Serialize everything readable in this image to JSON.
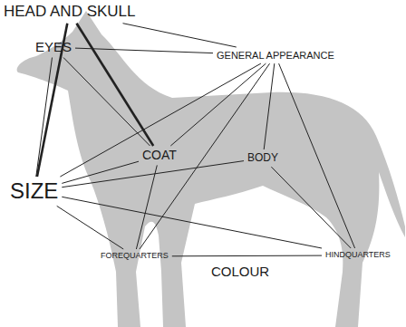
{
  "diagram": {
    "nodes": [
      {
        "text": [
          "HEAD AND SKULL"
        ]
      },
      {
        "text": [
          "EYES"
        ]
      },
      {
        "text": [
          "GENERAL APPEARANCE"
        ]
      },
      {
        "text": [
          "COAT"
        ]
      },
      {
        "text": [
          "BODY"
        ]
      },
      {
        "text": [
          "SIZE"
        ]
      },
      {
        "text": [
          "FOREQUARTERS"
        ]
      },
      {
        "text": [
          "COLOUR"
        ]
      },
      {
        "text": [
          "HINDQUARTERS"
        ]
      }
    ],
    "edges": [
      {
        "from": 0,
        "to": 5,
        "arrow": "none"
      },
      {
        "from": 0,
        "to": 3,
        "arrow": "none"
      },
      {
        "from": 0,
        "to": 2,
        "arrow": "none"
      },
      {
        "from": 1,
        "to": 5,
        "arrow": "none"
      },
      {
        "from": 1,
        "to": 3,
        "arrow": "none"
      },
      {
        "from": 1,
        "to": 2,
        "arrow": "none"
      },
      {
        "from": 5,
        "to": 3,
        "arrow": "none"
      },
      {
        "from": 5,
        "to": 2,
        "arrow": "none"
      },
      {
        "from": 5,
        "to": 4,
        "arrow": "none"
      },
      {
        "from": 5,
        "to": 6,
        "arrow": "none"
      },
      {
        "from": 5,
        "to": 8,
        "arrow": "none"
      },
      {
        "from": 2,
        "to": 3,
        "arrow": "none"
      },
      {
        "from": 2,
        "to": 4,
        "arrow": "none"
      },
      {
        "from": 2,
        "to": 6,
        "arrow": "none"
      },
      {
        "from": 2,
        "to": 8,
        "arrow": "none"
      },
      {
        "from": 4,
        "to": 8,
        "arrow": "none"
      },
      {
        "from": 6,
        "to": 8,
        "arrow": "none"
      },
      {
        "from": 3,
        "to": 6,
        "arrow": "none"
      }
    ]
  }
}
